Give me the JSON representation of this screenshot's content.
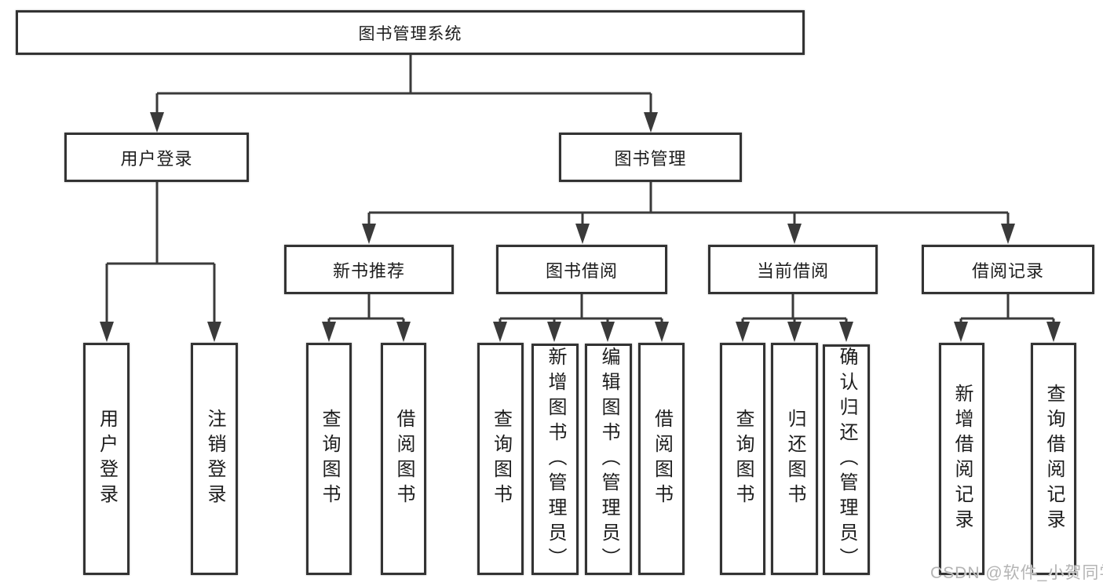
{
  "nodes": {
    "root": "图书管理系统",
    "user_login": "用户登录",
    "book_management": "图书管理",
    "user_login_leaf": "用户登录",
    "logout_leaf": "注销登录",
    "new_book_recommend": "新书推荐",
    "book_borrowing": "图书借阅",
    "current_borrowing": "当前借阅",
    "borrowing_records": "借阅记录",
    "nbr_query_books": "查询图书",
    "nbr_borrow_books": "借阅图书",
    "bb_query_books": "查询图书",
    "bb_add_books": "新增图书（管理员）",
    "bb_edit_books": "编辑图书（管理员）",
    "bb_borrow_books": "借阅图书",
    "cb_query_books": "查询图书",
    "cb_return_books": "归还图书",
    "cb_confirm_return": "确认归还（管理员）",
    "br_add_record": "新增借阅记录",
    "br_query_record": "查询借阅记录"
  },
  "hierarchy": {
    "图书管理系统": [
      "用户登录",
      "图书管理"
    ],
    "用户登录": [
      "用户登录",
      "注销登录"
    ],
    "图书管理": [
      "新书推荐",
      "图书借阅",
      "当前借阅",
      "借阅记录"
    ],
    "新书推荐": [
      "查询图书",
      "借阅图书"
    ],
    "图书借阅": [
      "查询图书",
      "新增图书（管理员）",
      "编辑图书（管理员）",
      "借阅图书"
    ],
    "当前借阅": [
      "查询图书",
      "归还图书",
      "确认归还（管理员）"
    ],
    "借阅记录": [
      "新增借阅记录",
      "查询借阅记录"
    ]
  },
  "watermark": "CSDN @软件_小贺同学",
  "colors": {
    "line": "#3a3a3a",
    "box_border": "#333333",
    "text": "#1d1d1d",
    "watermark": "#b4b4b4",
    "background": "#ffffff"
  }
}
